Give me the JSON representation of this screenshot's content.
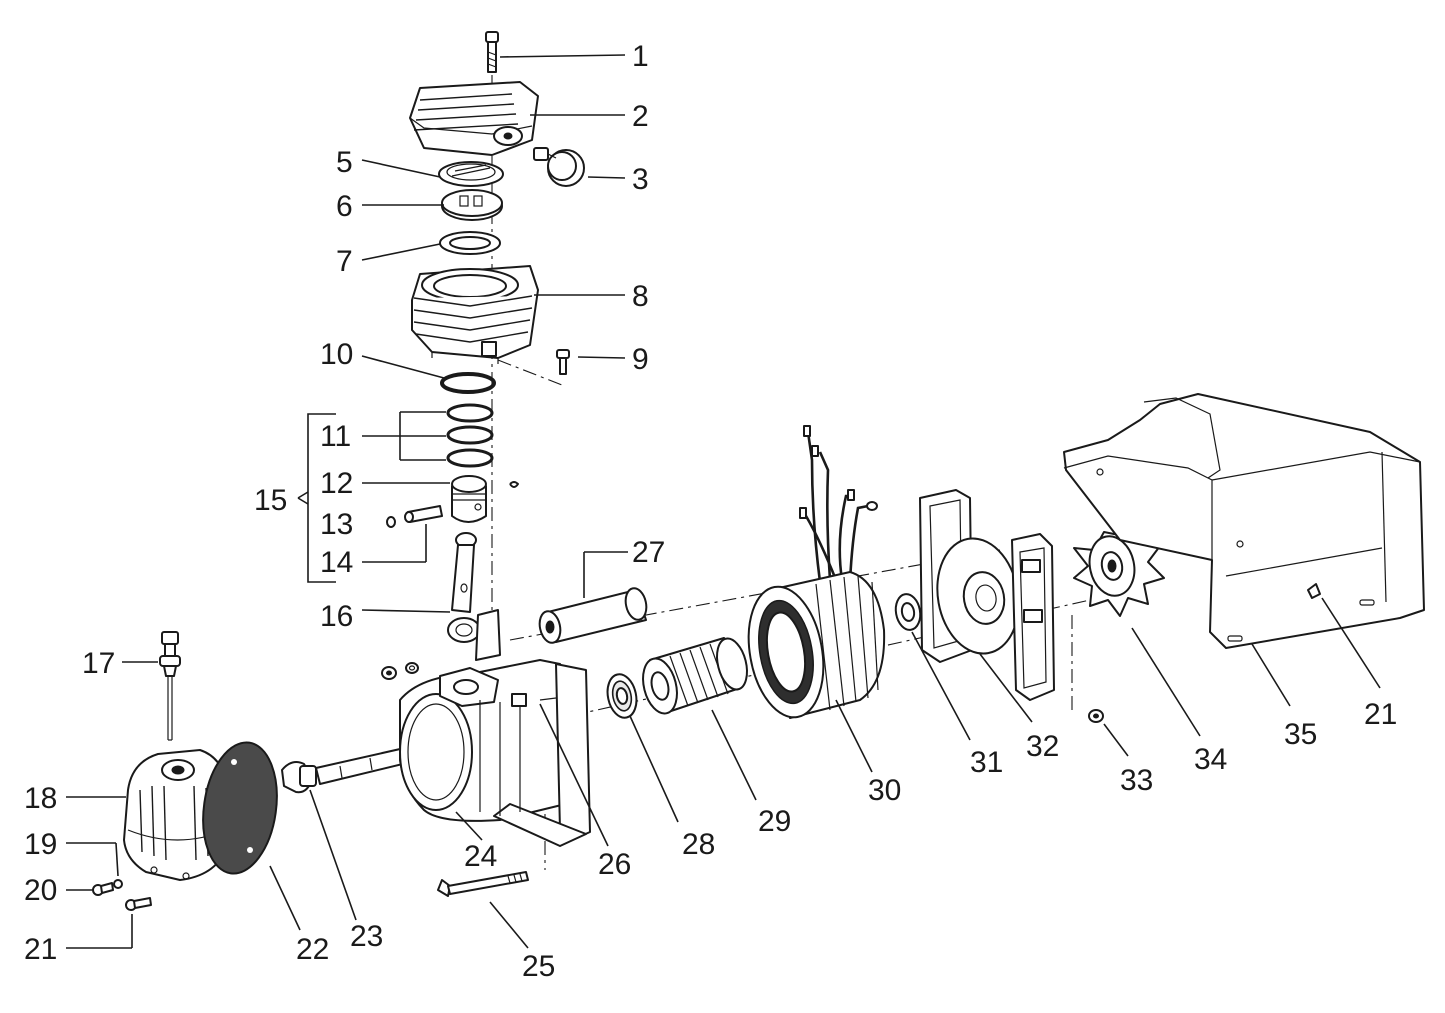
{
  "labels": {
    "p1": "1",
    "p2": "2",
    "p3": "3",
    "p5": "5",
    "p6": "6",
    "p7": "7",
    "p8": "8",
    "p9": "9",
    "p10": "10",
    "p11": "11",
    "p12": "12",
    "p13": "13",
    "p14": "14",
    "p15": "15",
    "p16": "16",
    "p17": "17",
    "p18": "18",
    "p19": "19",
    "p20": "20",
    "p21a": "21",
    "p21b": "21",
    "p22": "22",
    "p23": "23",
    "p24": "24",
    "p25": "25",
    "p26": "26",
    "p27": "27",
    "p28": "28",
    "p29": "29",
    "p30": "30",
    "p31": "31",
    "p32": "32",
    "p33": "33",
    "p34": "34",
    "p35": "35"
  }
}
